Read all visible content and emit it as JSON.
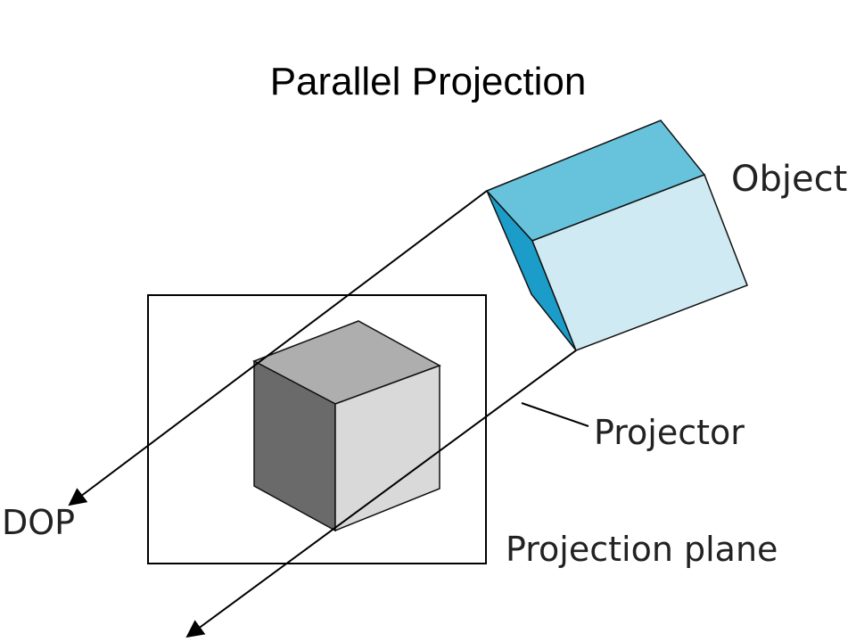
{
  "slide": {
    "title": "Parallel Projection"
  },
  "diagram": {
    "labels": {
      "object": "Object",
      "projector": "Projector",
      "dop": "DOP",
      "projection_plane": "Projection plane"
    },
    "colors": {
      "object_top": "#67c3db",
      "object_front": "#cfeaf3",
      "object_side": "#1b9cc9",
      "cube_top": "#aeaeae",
      "cube_left": "#6a6a6a",
      "cube_right": "#d9d9d9",
      "lines": "#000000"
    }
  }
}
